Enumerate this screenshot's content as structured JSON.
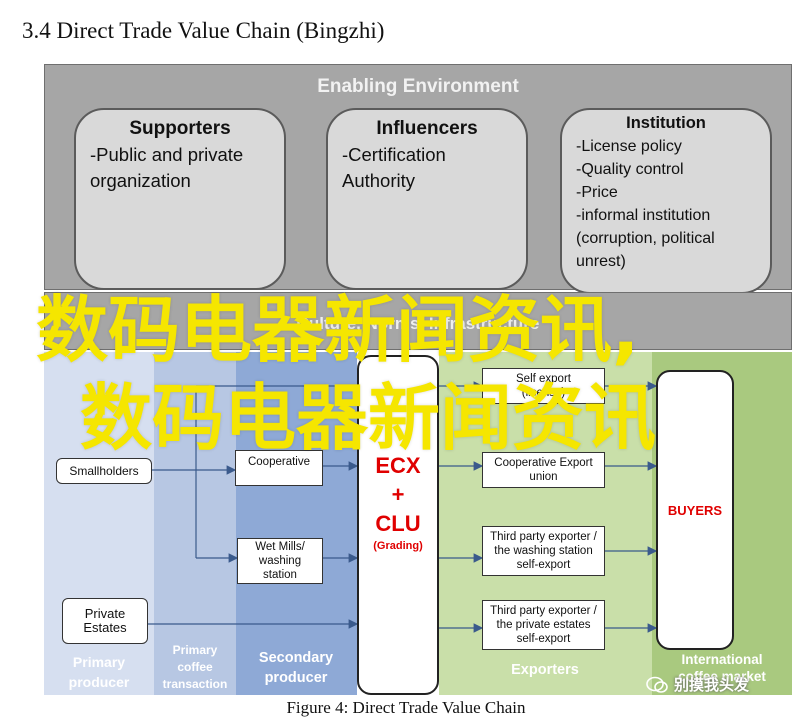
{
  "heading": "3.4 Direct Trade Value Chain (Bingzhi)",
  "enabling": {
    "title": "Enabling Environment",
    "boxes": [
      {
        "title": "Supporters",
        "lines": [
          "-Public and private",
          "organization"
        ]
      },
      {
        "title": "Influencers",
        "lines": [
          "-Certification",
          "Authority"
        ]
      },
      {
        "title": "Institution",
        "lines": [
          "-License policy",
          "-Quality control",
          "-Price",
          "-informal institution",
          "(corruption, political",
          "unrest)"
        ]
      }
    ]
  },
  "culture_band_label": "Culture, Norms, Infrastructure",
  "lanes": {
    "primary_producer": "Primary producer",
    "primary_coffee_transaction": "Primary coffee transaction",
    "secondary_producer": "Secondary producer",
    "exporters": "Exporters",
    "international_coffee_market": "International coffee market"
  },
  "nodes": {
    "smallholders": "Smallholders",
    "private_estates": "Private Estates",
    "cooperative": "Cooperative",
    "wet_mills": "Wet Mills/ washing station",
    "self_export": "Self export (license)",
    "coop_export_union": "Cooperative Export union",
    "third_party_washing": "Third party exporter / the washing station self-export",
    "third_party_private": "Third party exporter / the private estates self-export",
    "ecx_line1": "ECX",
    "ecx_plus": "+",
    "ecx_line2": "CLU",
    "ecx_grading": "(Grading)",
    "buyers": "BUYERS"
  },
  "overlay_text": [
    "数码电器新闻资讯,",
    "数码电器新闻资讯"
  ],
  "caption": "Figure 4: Direct Trade Value Chain",
  "watermark": "别摸我头发",
  "colors": {
    "enabling_bg": "#a6a6a6",
    "box_bg": "#d9d9d9",
    "lane_primary": "#d6dff0",
    "lane_transaction": "#b7c7e3",
    "lane_secondary": "#8ea9d6",
    "lane_exporters": "#c9dfa9",
    "lane_market": "#a9c97f",
    "highlight_red": "#e00000",
    "overlay_yellow": "#f5e600"
  }
}
